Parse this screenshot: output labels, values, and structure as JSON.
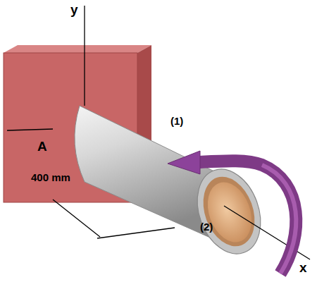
{
  "diagram": {
    "labels": [
      "y",
      "A",
      "400 mm",
      "(1)",
      "(2)",
      "x"
    ]
  }
}
